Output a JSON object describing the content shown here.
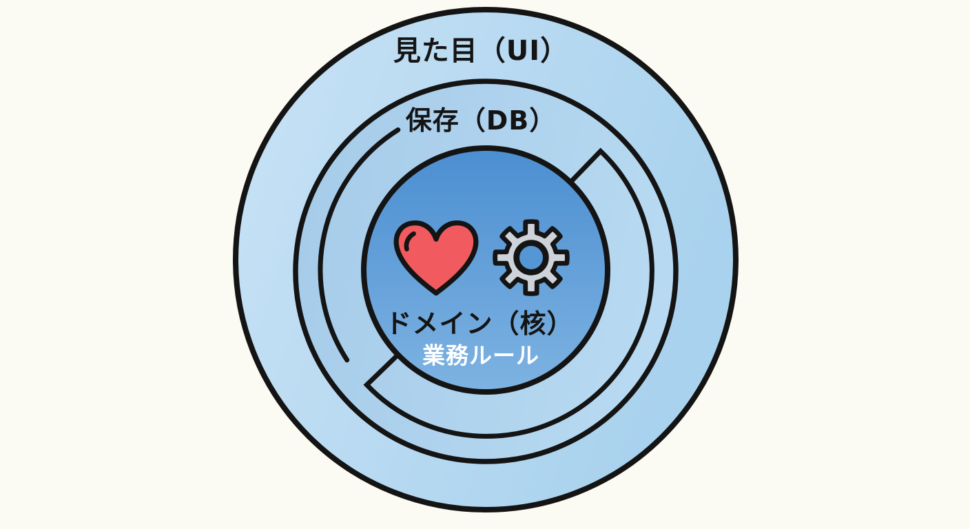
{
  "page": {
    "background_color": "#FBFAF3",
    "outline_color": "#141414"
  },
  "diagram": {
    "type": "concentric-layers",
    "layers": {
      "outer": {
        "label": "見た目（UI）",
        "label_color": "#141414",
        "fill_start": "#C8E2F5",
        "fill_end": "#A9D2EE"
      },
      "middle": {
        "label": "保存（DB）",
        "label_color": "#141414",
        "fill_start": "#A5CBE9",
        "fill_end": "#B7D9F1"
      },
      "inner": {
        "label": "ドメイン（核）",
        "sublabel": "業務ルール",
        "label_color": "#141414",
        "sublabel_color": "#FFFFFF",
        "fill_start": "#4B8ED1",
        "fill_end": "#7EB3E2"
      }
    },
    "icons": {
      "heart": {
        "name": "heart-icon",
        "fill": "#F15B5F"
      },
      "gear": {
        "name": "gear-icon",
        "fill": "#CED3D9",
        "hole_fill": "#5596D4"
      }
    }
  }
}
